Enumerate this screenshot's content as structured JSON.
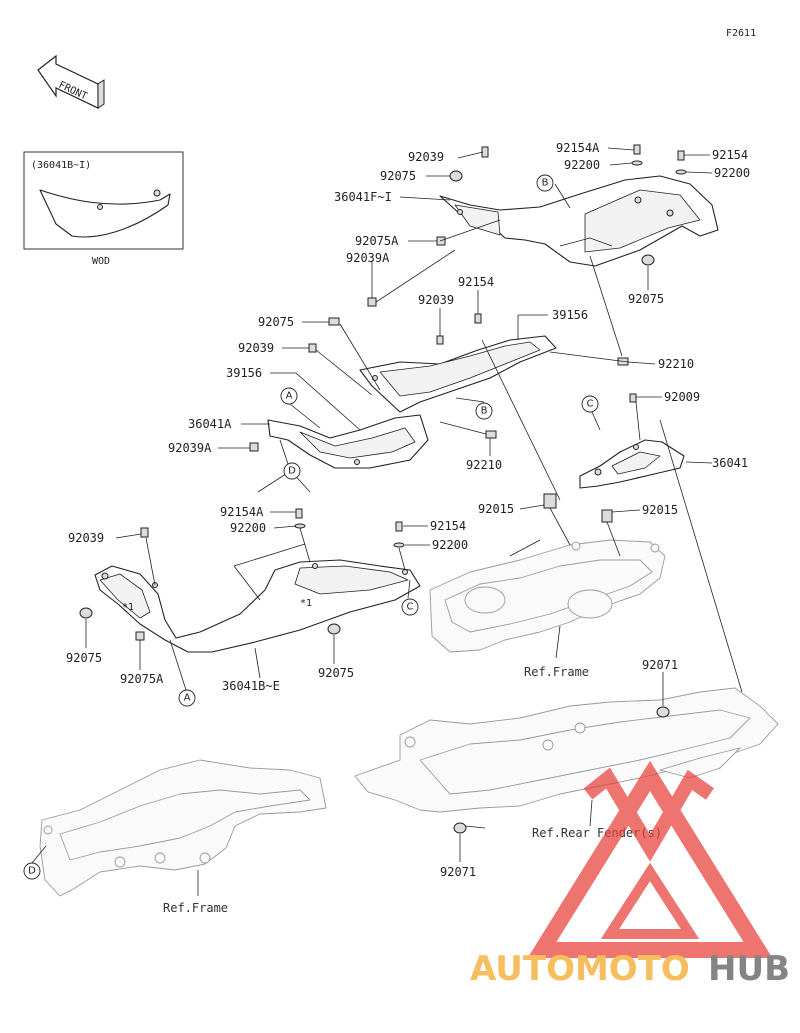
{
  "figure_id": "F2611",
  "front_label": "FRONT",
  "inset": {
    "caption": "(36041B~I)",
    "note": "WOD"
  },
  "parts": {
    "p92039_top": "92039",
    "p92075_top": "92075",
    "p36041FI": "36041F~I",
    "p92075A_top": "92075A",
    "p92039A_top": "92039A",
    "pB_top": "B",
    "p92154A_top": "92154A",
    "p92200_tl": "92200",
    "p92154_tr": "92154",
    "p92200_tr": "92200",
    "p92075_right": "92075",
    "p92154_mid": "92154",
    "p92039_mid": "92039",
    "p39156_mid": "39156",
    "p92075_l": "92075",
    "p92039_l": "92039",
    "p92210_r": "92210",
    "p39156_l": "39156",
    "pA_mid": "A",
    "pB_mid": "B",
    "p36041A": "36041A",
    "p92039A_l": "92039A",
    "pD_mid": "D",
    "p92210_c": "92210",
    "pC_r": "C",
    "p92009": "92009",
    "p36041": "36041",
    "p92154A_l": "92154A",
    "p92200_l": "92200",
    "p92015_l": "92015",
    "p92015_r": "92015",
    "p92154_c": "92154",
    "p92200_c": "92200",
    "p92039_ll": "92039",
    "p92075_ll": "92075",
    "p92075A_ll": "92075A",
    "pA_low": "A",
    "p36041BE": "36041B~E",
    "p92075_lc": "92075",
    "pC_low": "C",
    "p92071_top": "92071",
    "p92071_bot": "92071",
    "pD_low": "D",
    "mark_1a": "*1",
    "mark_1b": "*1"
  },
  "refs": {
    "frame_mid": "Ref.Frame",
    "rear_fender": "Ref.Rear Fender(s)",
    "frame_low": "Ref.Frame"
  },
  "watermark": {
    "brand_a": "AUTOMOTO",
    "brand_b": "HUB",
    "color_red": "#e8403a",
    "color_orange": "#f5a623",
    "color_gray": "#555555"
  }
}
